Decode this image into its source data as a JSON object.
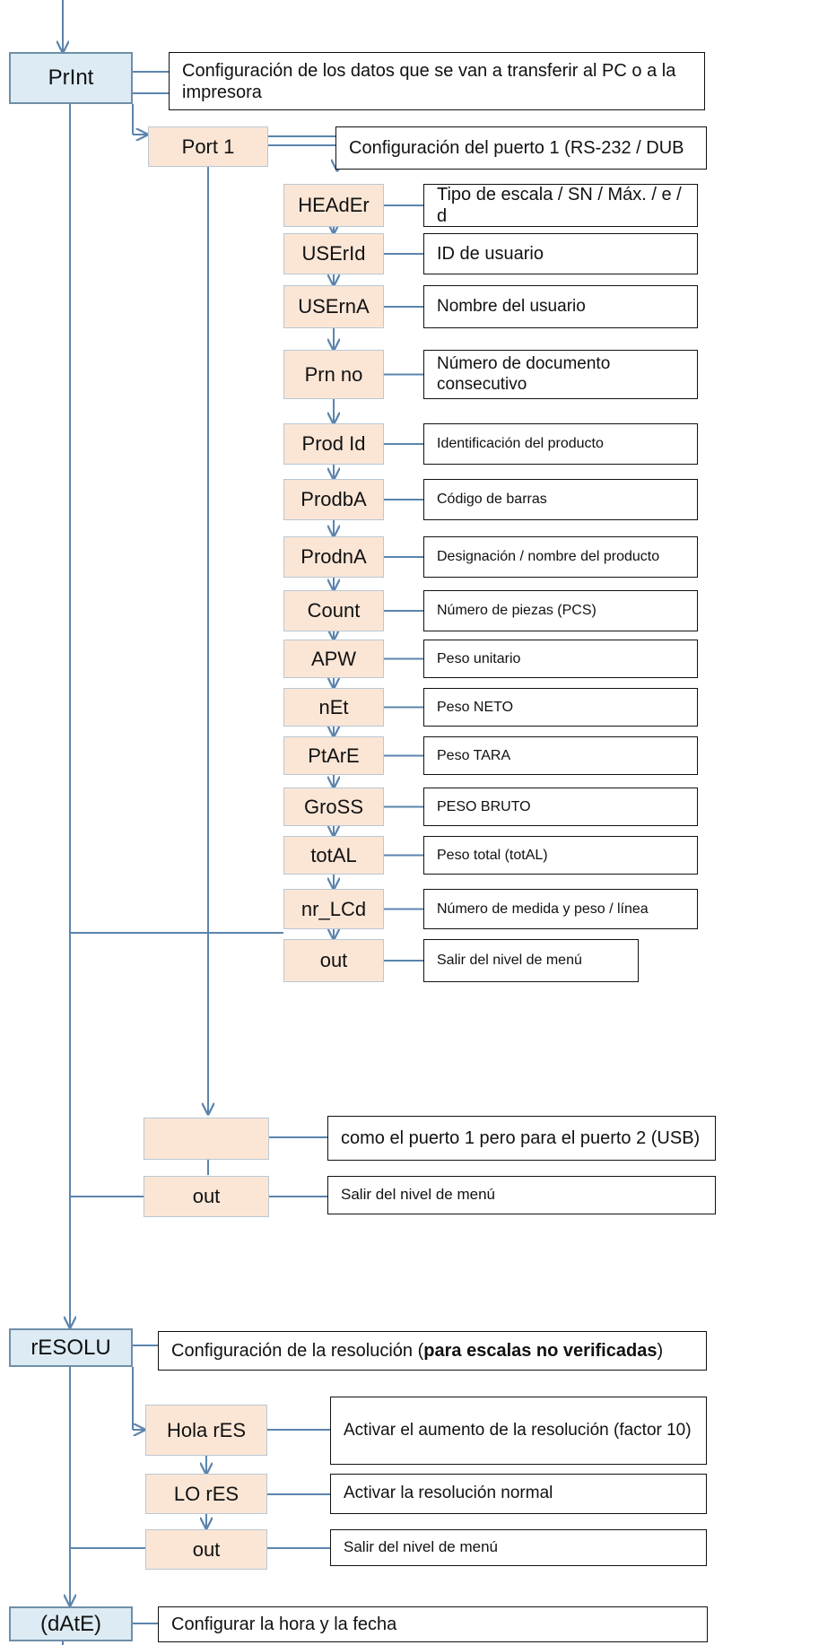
{
  "top_nodes": {
    "print": "PrInt",
    "resolu": "rESOLU",
    "date": "(dAtE)"
  },
  "sub_nodes": {
    "port1": "Port 1",
    "port2": "",
    "out_ports": "out",
    "hi_res": "Hola rES",
    "lo_res": "LO rES",
    "out_res": "out"
  },
  "print_items": [
    {
      "label": "HEAdEr",
      "desc": "Tipo de escala / SN / Máx. / e / d"
    },
    {
      "label": "USErId",
      "desc": "ID de usuario"
    },
    {
      "label": "USErnA",
      "desc": "Nombre del usuario"
    },
    {
      "label": "Prn no",
      "desc": "Número de documento consecutivo"
    },
    {
      "label": "Prod Id",
      "desc": "Identificación del producto"
    },
    {
      "label": "ProdbA",
      "desc": "Código de barras"
    },
    {
      "label": "ProdnA",
      "desc": "Designación / nombre del producto"
    },
    {
      "label": "Count",
      "desc": "Número de piezas (PCS)"
    },
    {
      "label": "APW",
      "desc": "Peso unitario"
    },
    {
      "label": "nEt",
      "desc": "Peso NETO"
    },
    {
      "label": "PtArE",
      "desc": "Peso TARA"
    },
    {
      "label": "GroSS",
      "desc": "PESO BRUTO"
    },
    {
      "label": "totAL",
      "desc": "Peso total (totAL)"
    },
    {
      "label": "nr_LCd",
      "desc": "Número de medida y peso / línea"
    },
    {
      "label": "out",
      "desc": "Salir del nivel de menú"
    }
  ],
  "descriptions": {
    "print": "Configuración de los datos que se van a transferir al PC o a la impresora",
    "port1": "Configuración del puerto 1 (RS-232 / DUB",
    "port2": "como el puerto 1 pero para el puerto 2 (USB)",
    "out_ports": "Salir del nivel de menú",
    "resolu_pre": "Configuración de la resolución (",
    "resolu_bold": "para escalas no verificadas",
    "resolu_post": ")",
    "hi_res": "Activar el aumento de la resolución (factor 10)",
    "lo_res": "Activar la resolución normal",
    "out_res": "Salir del nivel de menú",
    "date": "Configurar la hora y la fecha"
  },
  "colors": {
    "top_fill": "#dcebf4",
    "sub_fill": "#fbe6d6",
    "line": "#5b84ad"
  }
}
